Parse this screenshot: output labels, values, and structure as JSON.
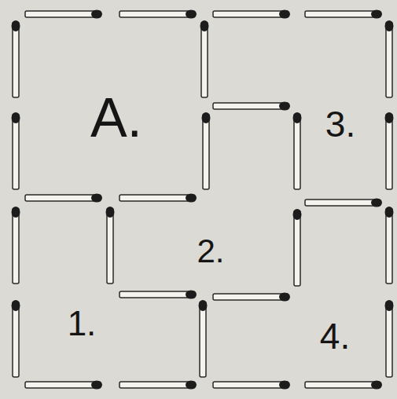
{
  "diagram": {
    "labels": [
      "A.",
      "3.",
      "2.",
      "1.",
      "4."
    ]
  }
}
